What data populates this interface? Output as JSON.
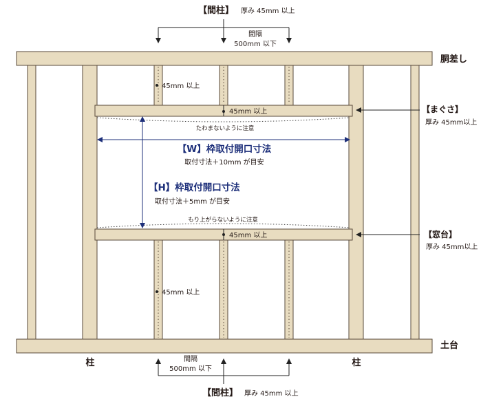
{
  "labels": {
    "top_post_title": "【間柱】",
    "top_post_note": "厚み 45mm 以上",
    "top_spacing_line1": "間隔",
    "top_spacing_line2": "500mm 以下",
    "header_beam": "胴差し",
    "stud_upper_note": "45mm 以上",
    "magusa_thickness": "45mm 以上",
    "magusa_title": "【まぐさ】",
    "magusa_note": "厚み 45mm以上",
    "magusa_warning": "たわまないように注意",
    "w_title": "【W】枠取付開口寸法",
    "w_note": "取付寸法＋10mm が目安",
    "h_title": "【H】枠取付開口寸法",
    "h_note": "取付寸法＋5mm が目安",
    "sill_warning": "もり上がらないように注意",
    "sill_thickness": "45mm 以上",
    "sill_title": "【窓台】",
    "sill_note": "厚み 45mm以上",
    "stud_lower_note": "45mm 以上",
    "base_beam": "土台",
    "post_left": "柱",
    "post_right": "柱",
    "bottom_spacing_line1": "間隔",
    "bottom_spacing_line2": "500mm 以下",
    "bottom_post_title": "【間柱】",
    "bottom_post_note": "厚み 45mm 以上"
  },
  "colors": {
    "wood_fill": "#e8dcc0",
    "wood_stroke": "#57493a",
    "accent_blue": "#1d2f7a",
    "text": "#231815"
  }
}
